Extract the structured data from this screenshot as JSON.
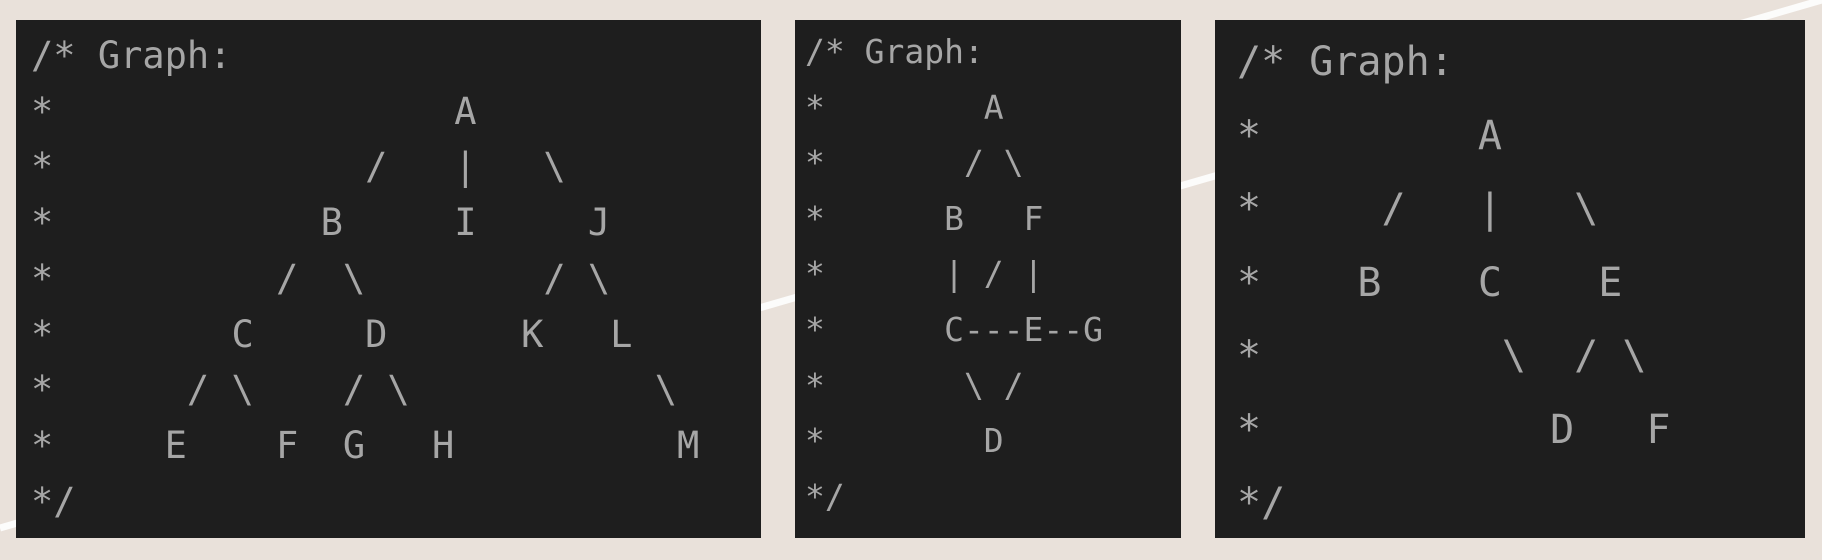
{
  "panels": [
    {
      "lines": [
        "/* Graph:",
        "*                  A",
        "*              /   |   \\",
        "*            B     I     J",
        "*          /  \\        / \\",
        "*        C     D      K   L",
        "*      / \\    / \\           \\",
        "*     E    F  G   H          M",
        "*/"
      ]
    },
    {
      "lines": [
        "/* Graph:",
        "*        A",
        "*       / \\",
        "*      B   F",
        "*      | / |",
        "*      C---E--G",
        "*       \\ /",
        "*        D",
        "*/"
      ]
    },
    {
      "lines": [
        "/* Graph:",
        "*         A",
        "*     /   |   \\",
        "*    B    C    E",
        "*          \\  / \\",
        "*            D   F",
        "*/"
      ]
    }
  ]
}
